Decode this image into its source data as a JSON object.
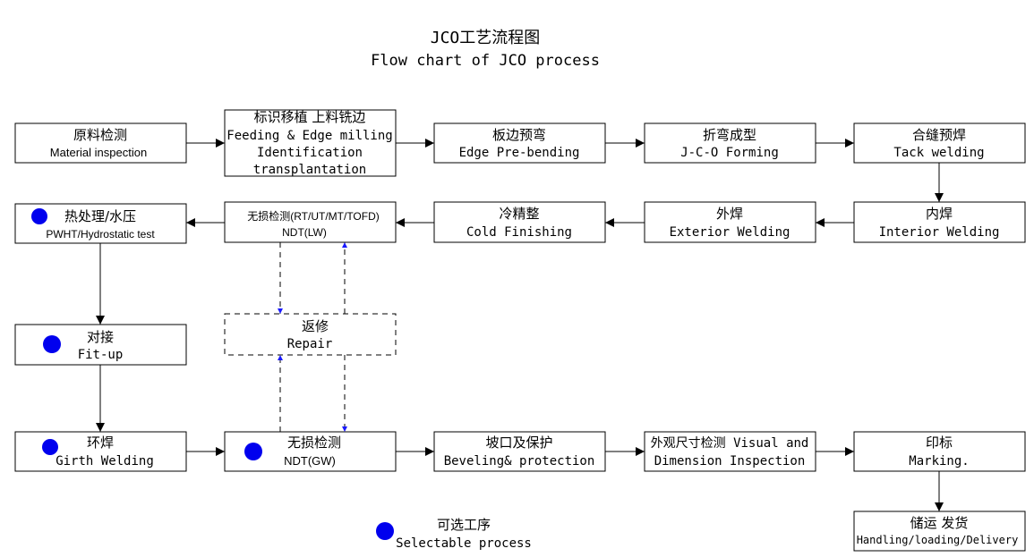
{
  "title": {
    "zh": "JCO工艺流程图",
    "en": "Flow chart of JCO process"
  },
  "colors": {
    "marker": "#0000ee",
    "dash_arrow": "#1a1aff",
    "line": "#000000"
  },
  "nodes": {
    "n1": {
      "zh": "原料检测",
      "en": "Material inspection",
      "optional": false
    },
    "n2": {
      "zh": "标识移植  上料铣边",
      "en1": "Feeding & Edge milling",
      "en2": "Identification",
      "en3": "transplantation",
      "optional": false
    },
    "n3": {
      "zh": "板边预弯",
      "en": "Edge Pre-bending",
      "optional": false
    },
    "n4": {
      "zh": "折弯成型",
      "en": "J-C-O Forming",
      "optional": false
    },
    "n5": {
      "zh": "合缝预焊",
      "en": "Tack welding",
      "optional": false
    },
    "n6": {
      "zh": "内焊",
      "en": "Interior Welding",
      "optional": false
    },
    "n7": {
      "zh": "外焊",
      "en": "Exterior Welding",
      "optional": false
    },
    "n8": {
      "zh": "冷精整",
      "en": "Cold Finishing",
      "optional": false
    },
    "n9": {
      "zh": "无损检测(RT/UT/MT/TOFD)",
      "en": "NDT(LW)",
      "optional": false
    },
    "n10": {
      "zh": "热处理/水压",
      "en": "PWHT/Hydrostatic test",
      "optional": true
    },
    "n11": {
      "zh": "对接",
      "en": "Fit-up",
      "optional": true
    },
    "n12": {
      "zh": "返修",
      "en": "Repair",
      "optional": false
    },
    "n13": {
      "zh": "环焊",
      "en": "Girth Welding",
      "optional": true
    },
    "n14": {
      "zh": "无损检测",
      "en": "NDT(GW)",
      "optional": true
    },
    "n15": {
      "zh": "坡口及保护",
      "en": "Beveling& protection",
      "optional": false
    },
    "n16": {
      "zh": "外观尺寸检测 Visual and",
      "en": "Dimension Inspection",
      "optional": false
    },
    "n17": {
      "zh": "印标",
      "en": "Marking.",
      "optional": false
    },
    "n18": {
      "zh": "储运 发货",
      "en": "Handling/loading/Delivery",
      "optional": false
    }
  },
  "legend": {
    "zh": "可选工序",
    "en": "Selectable process"
  }
}
